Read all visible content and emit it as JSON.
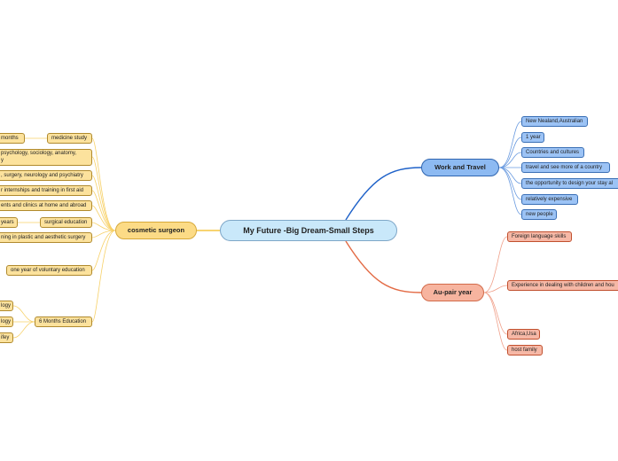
{
  "center": "My Future -Big Dream-Small Steps",
  "branches": {
    "surgeon": {
      "title": "cosmetic surgeon",
      "medicine_study": "medicine study",
      "months": "months",
      "subjects": "psychology, sociology, anatomy,",
      "subjects_cont": "y",
      "specialties": ", surgery, neurology and psychiatry",
      "internships": "r internships and training in first aid",
      "clinics": "ents and clinics at home and abroad",
      "years": "years",
      "surgical_education": "surgical education",
      "plastic_training": "ning in plastic and aesthetic surgery",
      "voluntary": "one year of voluntary education",
      "six_months": "6 Months Education",
      "logy_1": "logy",
      "logy_2": "logy",
      "ifey": "ifey"
    },
    "work_travel": {
      "title": "Work and Travel",
      "items": [
        "New Nealand,Australian",
        "1 year",
        "Countries and cultures",
        "travel and see more of a country",
        "the opportunity to design your stay al",
        "relatively expensive",
        "new people"
      ]
    },
    "au_pair": {
      "title": "Au-pair year",
      "items": [
        "Foreign language skills",
        "Experience in dealing with children and hou",
        "Africa,Usa",
        "host family"
      ]
    }
  },
  "colors": {
    "surgeon": "#f5c542",
    "work_travel": "#1f62c9",
    "au_pair": "#e36b45"
  }
}
